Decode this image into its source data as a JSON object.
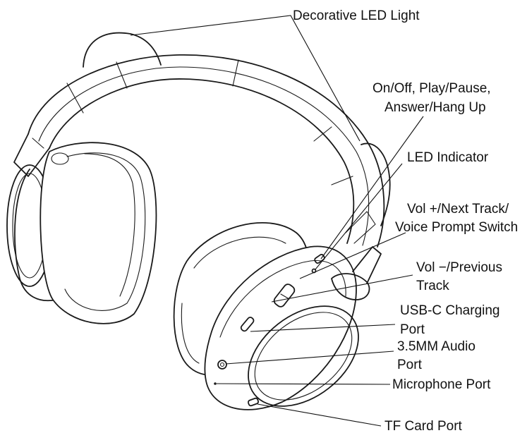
{
  "labels": {
    "decorative_led": "Decorative LED Light",
    "onoff_line1": "On/Off, Play/Pause,",
    "onoff_line2": "Answer/Hang Up",
    "led_indicator": "LED Indicator",
    "vol_plus_line1": "Vol +/Next Track/",
    "vol_plus_line2": "Voice Prompt Switch",
    "vol_minus_line1": "Vol −/Previous",
    "vol_minus_line2": "Track",
    "usbc_line1": "USB-C Charging",
    "usbc_line2": "Port",
    "audio_line1": "3.5MM Audio",
    "audio_line2": "Port",
    "microphone": "Microphone Port",
    "tf_card": "TF Card Port"
  },
  "colors": {
    "line": "#1a1a1a",
    "background": "#ffffff"
  }
}
